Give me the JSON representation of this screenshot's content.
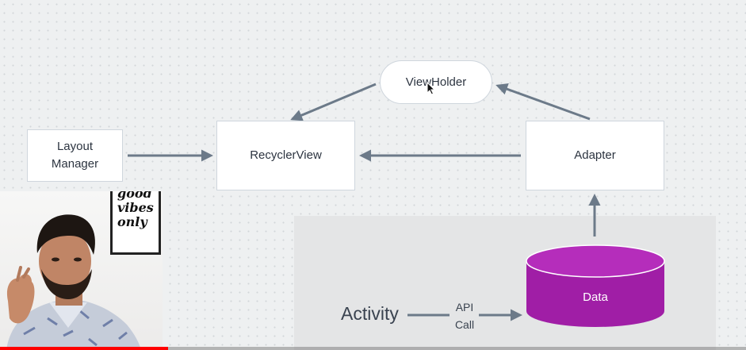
{
  "diagram": {
    "viewholder": "ViewHolder",
    "layout_manager": [
      "Layout",
      "Manager"
    ],
    "recyclerview": "RecyclerView",
    "adapter": "Adapter",
    "data": "Data",
    "activity": "Activity",
    "api_call": [
      "API",
      "Call"
    ]
  },
  "webcam": {
    "poster_lines": [
      "good",
      "vibes",
      "only"
    ]
  },
  "player": {
    "progress": 0.225
  },
  "colors": {
    "arrow": "#6c7a89",
    "data_cylinder": "#a01ea6",
    "data_cylinder_top": "#b52dbb",
    "progress": "#ff0000"
  }
}
